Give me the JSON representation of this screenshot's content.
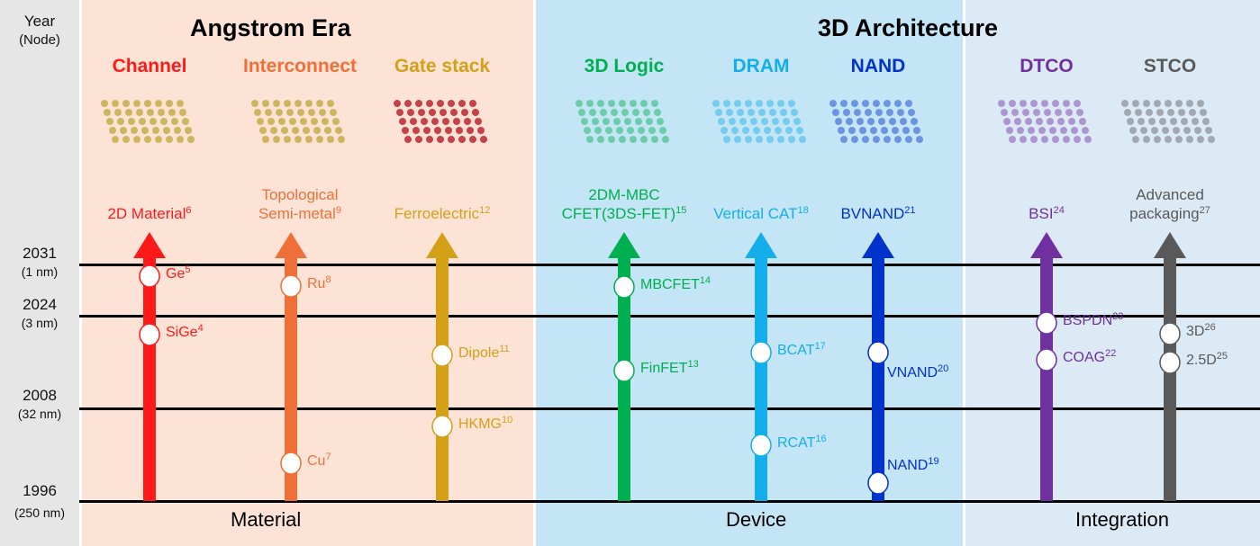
{
  "axis": {
    "title": "Year",
    "subtitle": "(Node)",
    "rows": [
      {
        "year": "2031",
        "node": "(1 nm)"
      },
      {
        "year": "2024",
        "node": "(3 nm)"
      },
      {
        "year": "2008",
        "node": "(32 nm)"
      },
      {
        "year": "1996",
        "node": "(250 nm)"
      }
    ]
  },
  "eras": [
    {
      "label": "Angstrom Era"
    },
    {
      "label": "3D Architecture"
    }
  ],
  "sections": [
    {
      "label": "Material"
    },
    {
      "label": "Device"
    },
    {
      "label": "Integration"
    }
  ],
  "colors": {
    "panel_material": "#fde3d5",
    "panel_device": "#c3e5f5",
    "panel_integration": "#dceaf6",
    "axis_column": "#e6e6e6"
  },
  "columns": [
    {
      "category": "Channel",
      "color": "#ff1a1a",
      "tech_lines": [
        "2D Material"
      ],
      "tech_sup": "6",
      "image": "2d-material-lattice",
      "nodes": [
        {
          "label": "Ge",
          "sup": "5"
        },
        {
          "label": "SiGe",
          "sup": "4"
        }
      ]
    },
    {
      "category": "Interconnect",
      "color": "#ee7038",
      "tech_lines": [
        "Topological",
        "Semi-metal"
      ],
      "tech_sup": "9",
      "image": "topological-semimetal-lattice",
      "nodes": [
        {
          "label": "Ru",
          "sup": "8"
        },
        {
          "label": "Cu",
          "sup": "7"
        }
      ]
    },
    {
      "category": "Gate stack",
      "color": "#d4a018",
      "tech_lines": [
        "Ferroelectric"
      ],
      "tech_sup": "12",
      "image": "ferroelectric-lattice",
      "nodes": [
        {
          "label": "Dipole",
          "sup": "11"
        },
        {
          "label": "HKMG",
          "sup": "10"
        }
      ]
    },
    {
      "category": "3D Logic",
      "color": "#00b050",
      "tech_lines": [
        "2DM-MBC",
        "CFET(3DS-FET)"
      ],
      "tech_sup": "15",
      "image": "cfet-structure",
      "nodes": [
        {
          "label": "MBCFET",
          "sup": "14"
        },
        {
          "label": "FinFET",
          "sup": "13"
        }
      ]
    },
    {
      "category": "DRAM",
      "color": "#14aeea",
      "tech_lines": [
        "Vertical CAT"
      ],
      "tech_sup": "18",
      "image": "vertical-dram-structure",
      "nodes": [
        {
          "label": "BCAT",
          "sup": "17"
        },
        {
          "label": "RCAT",
          "sup": "16"
        }
      ]
    },
    {
      "category": "NAND",
      "color": "#0033cc",
      "tech_lines": [
        "BVNAND"
      ],
      "tech_sup": "21",
      "image": "3d-nand-structure",
      "nodes": [
        {
          "label": "VNAND",
          "sup": "20"
        },
        {
          "label": "NAND",
          "sup": "19"
        }
      ]
    },
    {
      "category": "DTCO",
      "color": "#7030a0",
      "tech_lines": [
        "BSI"
      ],
      "tech_sup": "24",
      "image": "bsi-structure",
      "nodes": [
        {
          "label": "BSPDN",
          "sup": "23"
        },
        {
          "label": "COAG",
          "sup": "22"
        }
      ]
    },
    {
      "category": "STCO",
      "color": "#595959",
      "tech_lines": [
        "Advanced",
        "packaging"
      ],
      "tech_sup": "27",
      "image": "advanced-package",
      "nodes": [
        {
          "label": "3D",
          "sup": "26"
        },
        {
          "label": "2.5D",
          "sup": "25"
        }
      ]
    }
  ]
}
